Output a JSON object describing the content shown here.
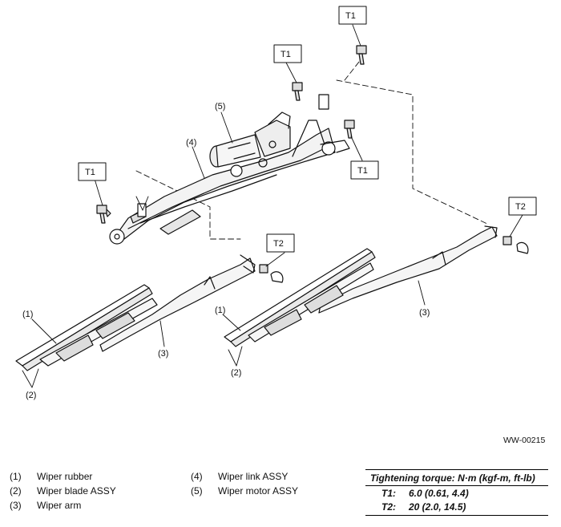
{
  "diagram": {
    "code": "WW-00215",
    "callouts": {
      "c1a": "(1)",
      "c1b": "(1)",
      "c2a": "(2)",
      "c2b": "(2)",
      "c3a": "(3)",
      "c3b": "(3)",
      "c4": "(4)",
      "c5": "(5)",
      "t1a": "T1",
      "t1b": "T1",
      "t1c": "T1",
      "t1d": "T1",
      "t2a": "T2",
      "t2b": "T2"
    }
  },
  "legend": [
    {
      "num": "(1)",
      "label": "Wiper rubber"
    },
    {
      "num": "(2)",
      "label": "Wiper blade ASSY"
    },
    {
      "num": "(3)",
      "label": "Wiper arm"
    },
    {
      "num": "(4)",
      "label": "Wiper link ASSY"
    },
    {
      "num": "(5)",
      "label": "Wiper motor ASSY"
    }
  ],
  "torque": {
    "title": "Tightening torque: N·m (kgf-m, ft-lb)",
    "rows": [
      {
        "key": "T1:",
        "value": "6.0 (0.61, 4.4)"
      },
      {
        "key": "T2:",
        "value": "20 (2.0, 14.5)"
      }
    ]
  }
}
